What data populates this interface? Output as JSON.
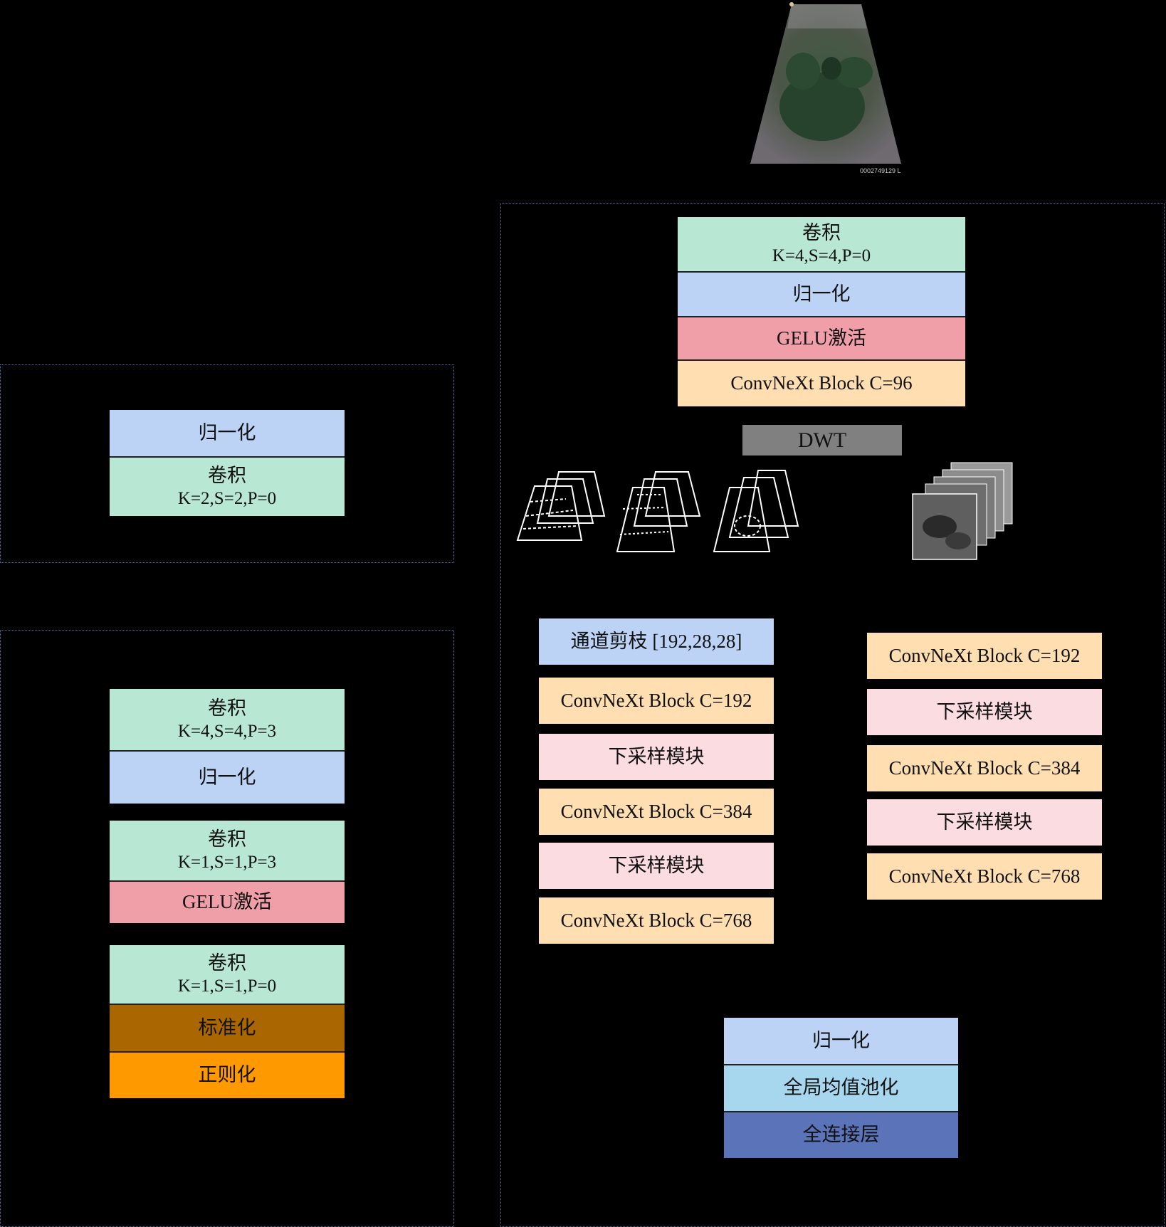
{
  "colors": {
    "background": "#000000",
    "frame_border": "#4a6fa8",
    "conv": "#b8e8d4",
    "norm": "#bcd3f5",
    "gelu": "#f09ea8",
    "convnext": "#ffdfb2",
    "downsample": "#fbdce0",
    "dwt": "#808080",
    "standardize": "#aa6600",
    "regularize": "#ff9900",
    "gap": "#a6d7ef",
    "fc": "#5b73b8"
  },
  "top_image": {
    "caption": "0002749129 L"
  },
  "main": {
    "stem": {
      "conv_title": "卷积",
      "conv_params": "K=4,S=4,P=0",
      "norm": "归一化",
      "gelu": "GELU激活",
      "block": "ConvNeXt Block C=96"
    },
    "dwt": "DWT",
    "left_branch": [
      "通道剪枝 [192,28,28]",
      "ConvNeXt Block C=192",
      "下采样模块",
      "ConvNeXt Block C=384",
      "下采样模块",
      "ConvNeXt Block C=768"
    ],
    "right_branch": [
      "ConvNeXt Block C=192",
      "下采样模块",
      "ConvNeXt Block C=384",
      "下采样模块",
      "ConvNeXt Block C=768"
    ],
    "head": {
      "norm": "归一化",
      "gap": "全局均值池化",
      "fc": "全连接层"
    }
  },
  "downsample_module": {
    "norm": "归一化",
    "conv_title": "卷积",
    "conv_params": "K=2,S=2,P=0"
  },
  "preprocess_module": {
    "conv1_title": "卷积",
    "conv1_params": "K=4,S=4,P=3",
    "norm": "归一化",
    "conv2_title": "卷积",
    "conv2_params": "K=1,S=1,P=3",
    "gelu": "GELU激活",
    "conv3_title": "卷积",
    "conv3_params": "K=1,S=1,P=0",
    "standardize": "标准化",
    "regularize": "正则化"
  }
}
